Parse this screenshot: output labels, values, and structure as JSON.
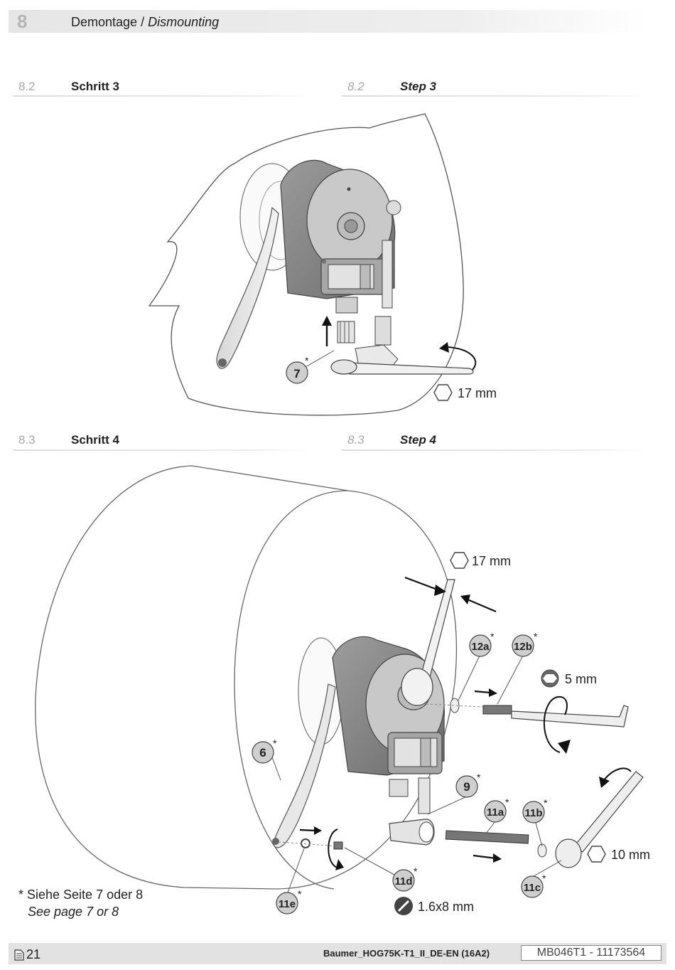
{
  "header": {
    "chapter_number": "8",
    "title_de": "Demontage",
    "separator": " / ",
    "title_en": "Dismounting"
  },
  "sections": [
    {
      "number": "8.2",
      "title_de": "Schritt 3",
      "title_en": "Step 3"
    },
    {
      "number": "8.3",
      "title_de": "Schritt 4",
      "title_en": "Step 4"
    }
  ],
  "figure1": {
    "callouts": [
      {
        "label": "7",
        "asterisk": "*"
      }
    ],
    "tool_sizes": [
      {
        "icon": "hex-nut-icon",
        "text": "17 mm"
      }
    ]
  },
  "figure2": {
    "callouts": [
      {
        "label": "6",
        "asterisk": "*"
      },
      {
        "label": "12a",
        "asterisk": "*"
      },
      {
        "label": "12b",
        "asterisk": "*"
      },
      {
        "label": "9",
        "asterisk": "*"
      },
      {
        "label": "11a",
        "asterisk": "*"
      },
      {
        "label": "11b",
        "asterisk": "*"
      },
      {
        "label": "11c",
        "asterisk": "*"
      },
      {
        "label": "11d",
        "asterisk": "*"
      },
      {
        "label": "11e",
        "asterisk": "*"
      }
    ],
    "tool_sizes": [
      {
        "icon": "hex-nut-icon",
        "text": "17 mm"
      },
      {
        "icon": "hex-socket-icon",
        "text": "5 mm"
      },
      {
        "icon": "hex-nut-icon",
        "text": "10 mm"
      },
      {
        "icon": "screwdriver-icon",
        "text": "1.6x8 mm"
      }
    ]
  },
  "footnote": {
    "de": "* Siehe Seite 7 oder 8",
    "en": "See page 7 or 8"
  },
  "footer": {
    "page_number": "21",
    "document_name": "Baumer_HOG75K-T1_II_DE-EN  (16A2)",
    "document_code": "MB046T1 - 11173564"
  }
}
